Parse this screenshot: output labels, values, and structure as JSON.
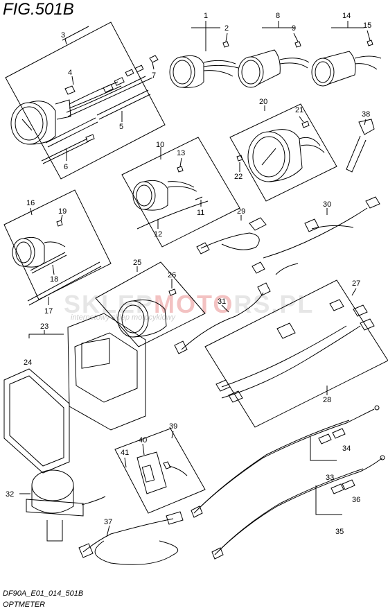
{
  "figure": {
    "title": "FIG.501B",
    "code": "DF90A_E01_014_501B",
    "name": "OPTMETER"
  },
  "watermark": {
    "part1": "SKLEP",
    "part2": "MOTO",
    "part3": "RS",
    "part4": ".PL",
    "subtitle": "internetowy sklep motocyklowy"
  },
  "callouts": [
    "1",
    "2",
    "3",
    "4",
    "5",
    "6",
    "7",
    "8",
    "9",
    "10",
    "11",
    "12",
    "13",
    "14",
    "15",
    "16",
    "17",
    "18",
    "19",
    "20",
    "21",
    "22",
    "23",
    "24",
    "25",
    "26",
    "27",
    "28",
    "29",
    "30",
    "31",
    "32",
    "33",
    "34",
    "35",
    "36",
    "37",
    "38",
    "39",
    "40",
    "41"
  ]
}
